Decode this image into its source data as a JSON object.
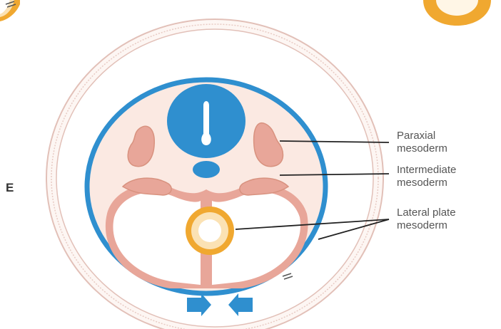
{
  "panel_letter": "E",
  "labels": {
    "paraxial": [
      "Paraxial",
      "mesoderm"
    ],
    "intermediate": [
      "Intermediate",
      "mesoderm"
    ],
    "lateral_plate": [
      "Lateral plate",
      "mesoderm"
    ]
  },
  "colors": {
    "ectoderm_blue": "#2f8fcf",
    "mesoderm_pink": "#e8a699",
    "mesoderm_fill": "#f3c7ba",
    "aorta_orange": "#f0a830",
    "tissue_bg": "#fbe9e2",
    "outer_membrane": "#e2c0b8",
    "label_text": "#555555",
    "leader_line": "#222222"
  }
}
